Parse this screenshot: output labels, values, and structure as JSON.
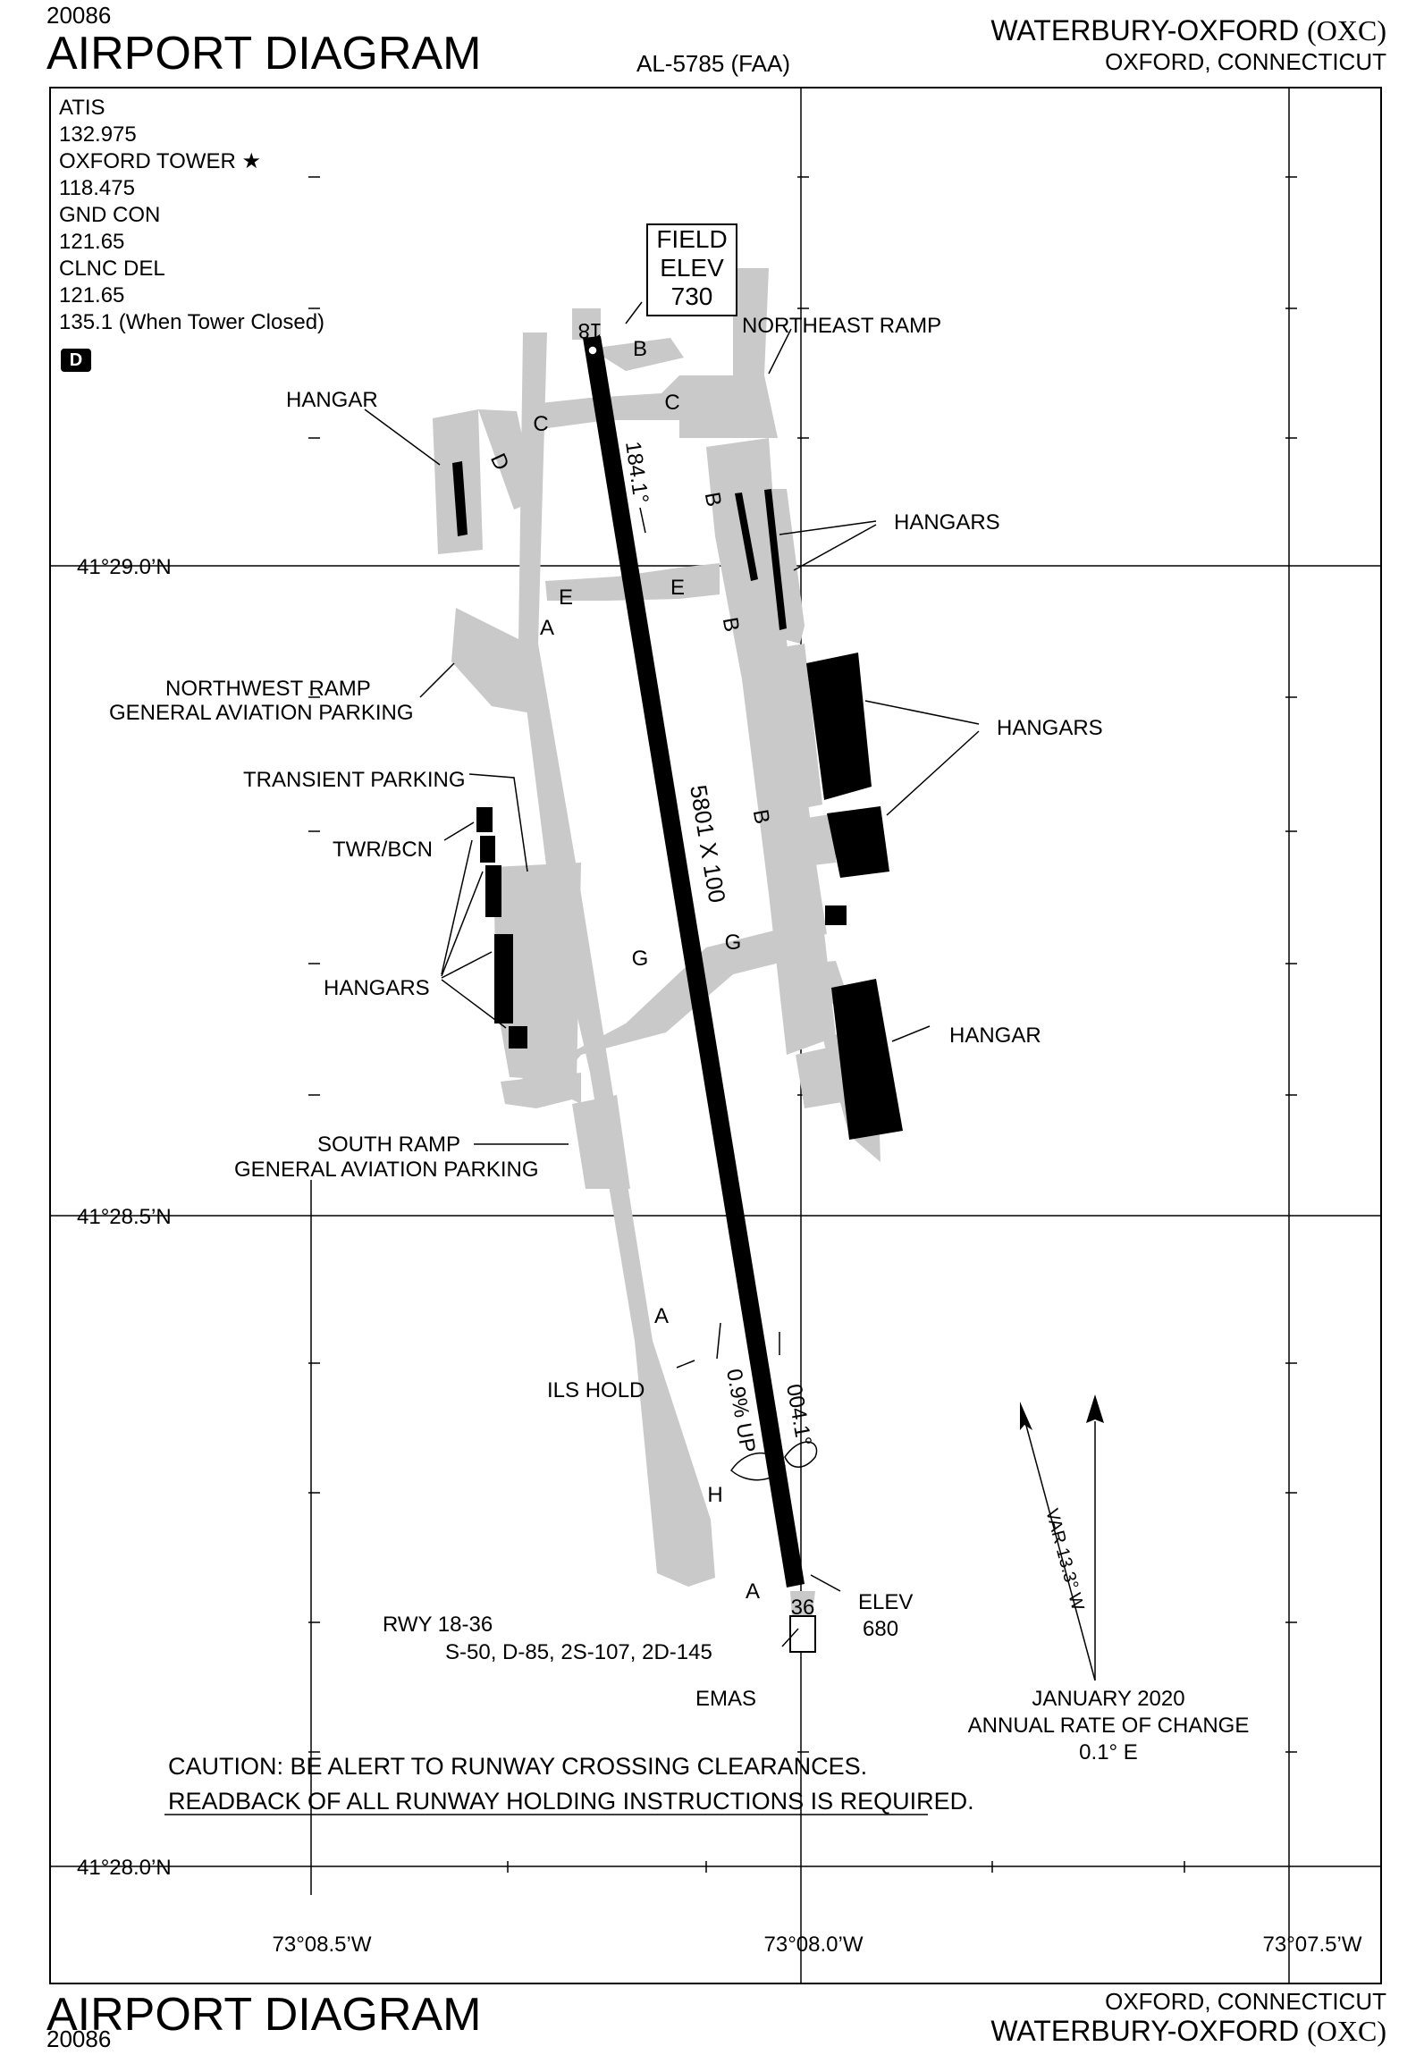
{
  "header": {
    "code": "20086",
    "title": "AIRPORT DIAGRAM",
    "procedure": "AL-5785 (FAA)",
    "airport_name": "WATERBURY-OXFORD",
    "airport_id": "(OXC)",
    "location": "OXFORD, CONNECTICUT"
  },
  "footer": {
    "title": "AIRPORT DIAGRAM",
    "code": "20086",
    "location": "OXFORD, CONNECTICUT",
    "airport_name": "WATERBURY-OXFORD",
    "airport_id": "(OXC)"
  },
  "frequencies": [
    "ATIS",
    "132.975",
    "OXFORD TOWER ★",
    "118.475",
    "GND CON",
    "121.65",
    "CLNC DEL",
    "121.65",
    "135.1 (When Tower Closed)"
  ],
  "d_badge": "D",
  "field_elevation": {
    "line1": "FIELD",
    "line2": "ELEV",
    "value": "730"
  },
  "runway": {
    "number_north": "18",
    "number_south": "36",
    "heading_south": "184.1°",
    "heading_north": "004.1°",
    "dimensions": "5801 X 100",
    "slope": "0.9% UP",
    "elev_label": "ELEV",
    "elev_value": "680",
    "strength_title": "RWY 18-36",
    "strength_values": "S-50, D-85, 2S-107, 2D-145"
  },
  "taxiways": [
    "A",
    "B",
    "C",
    "D",
    "E",
    "G",
    "H"
  ],
  "labels": {
    "northeast_ramp": "NORTHEAST RAMP",
    "hangar_nw": "HANGAR",
    "hangars_ne": "HANGARS",
    "nw_ramp_1": "NORTHWEST RAMP",
    "nw_ramp_2": "GENERAL AVIATION PARKING",
    "hangars_e": "HANGARS",
    "transient": "TRANSIENT PARKING",
    "twr_bcn": "TWR/BCN",
    "hangars_w": "HANGARS",
    "hangar_se": "HANGAR",
    "south_ramp_1": "SOUTH RAMP",
    "south_ramp_2": "GENERAL AVIATION PARKING",
    "ils_hold": "ILS HOLD",
    "emas": "EMAS"
  },
  "latitudes": [
    "41°29.0’N",
    "41°28.5’N",
    "41°28.0’N"
  ],
  "longitudes": [
    "73°08.5’W",
    "73°08.0’W",
    "73°07.5’W"
  ],
  "variation": "VAR 13.3° W",
  "change": {
    "line1": "JANUARY 2020",
    "line2": "ANNUAL RATE OF CHANGE",
    "line3": "0.1° E"
  },
  "caution": {
    "line1": "CAUTION: BE ALERT TO RUNWAY CROSSING CLEARANCES.",
    "line2": "READBACK OF ALL RUNWAY HOLDING INSTRUCTIONS IS REQUIRED."
  }
}
